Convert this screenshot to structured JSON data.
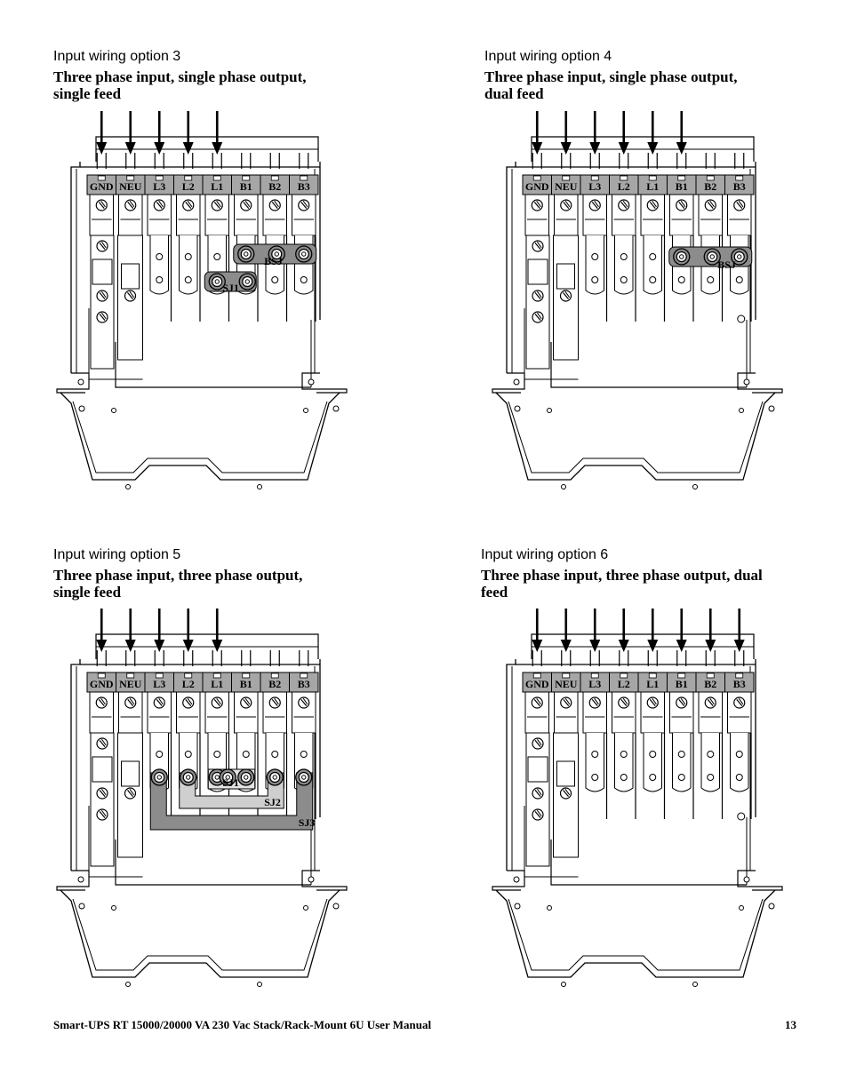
{
  "panels": [
    {
      "label": "Input wiring option 3",
      "description_line1": "Three phase input, single phase output,",
      "description_line2": "single feed",
      "arrows": 5,
      "jumpers": [
        "SJ1",
        "BSJ"
      ]
    },
    {
      "label": "Input wiring option 4",
      "description_line1": "Three phase input, single phase output,",
      "description_line2": "dual feed",
      "arrows": 6,
      "jumpers": [
        "BSJ"
      ]
    },
    {
      "label": "Input wiring option 5",
      "description_line1": "Three phase input, three phase output,",
      "description_line2": "single feed",
      "arrows": 5,
      "jumpers": [
        "SJ1",
        "SJ2",
        "SJ3"
      ]
    },
    {
      "label": "Input wiring option 6",
      "description_line1": "Three phase input, three phase output, dual",
      "description_line2": "feed",
      "arrows": 8,
      "jumpers": []
    }
  ],
  "terminals": [
    "GND",
    "NEU",
    "L3",
    "L2",
    "L1",
    "B1",
    "B2",
    "B3"
  ],
  "jumper_labels": {
    "sj1": "SJ1",
    "sj2": "SJ2",
    "sj3": "SJ3",
    "bsj": "BSJ"
  },
  "colors": {
    "terminal_fill": "#a6a6a6",
    "jumper_fill": "#8c8c8c",
    "line": "#000000"
  },
  "footer": {
    "title": "Smart-UPS RT 15000/20000 VA  230 Vac  Stack/Rack-Mount 6U  User Manual",
    "page_number": "13"
  }
}
